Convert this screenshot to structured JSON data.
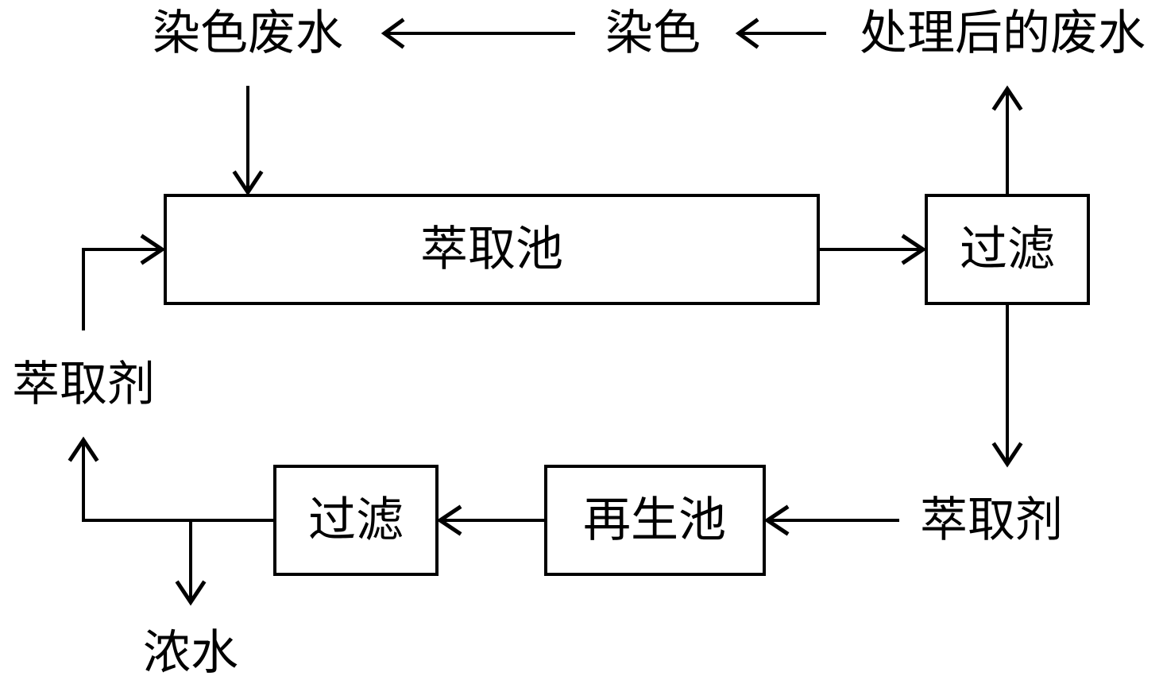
{
  "labels": {
    "dye_wastewater": "染色废水",
    "dyeing": "染色",
    "treated_wastewater": "处理后的废水",
    "extraction_tank": "萃取池",
    "filtration_top": "过滤",
    "extractant_left": "萃取剂",
    "extractant_right": "萃取剂",
    "regeneration_tank": "再生池",
    "filtration_bottom": "过滤",
    "concentrate": "浓水"
  }
}
